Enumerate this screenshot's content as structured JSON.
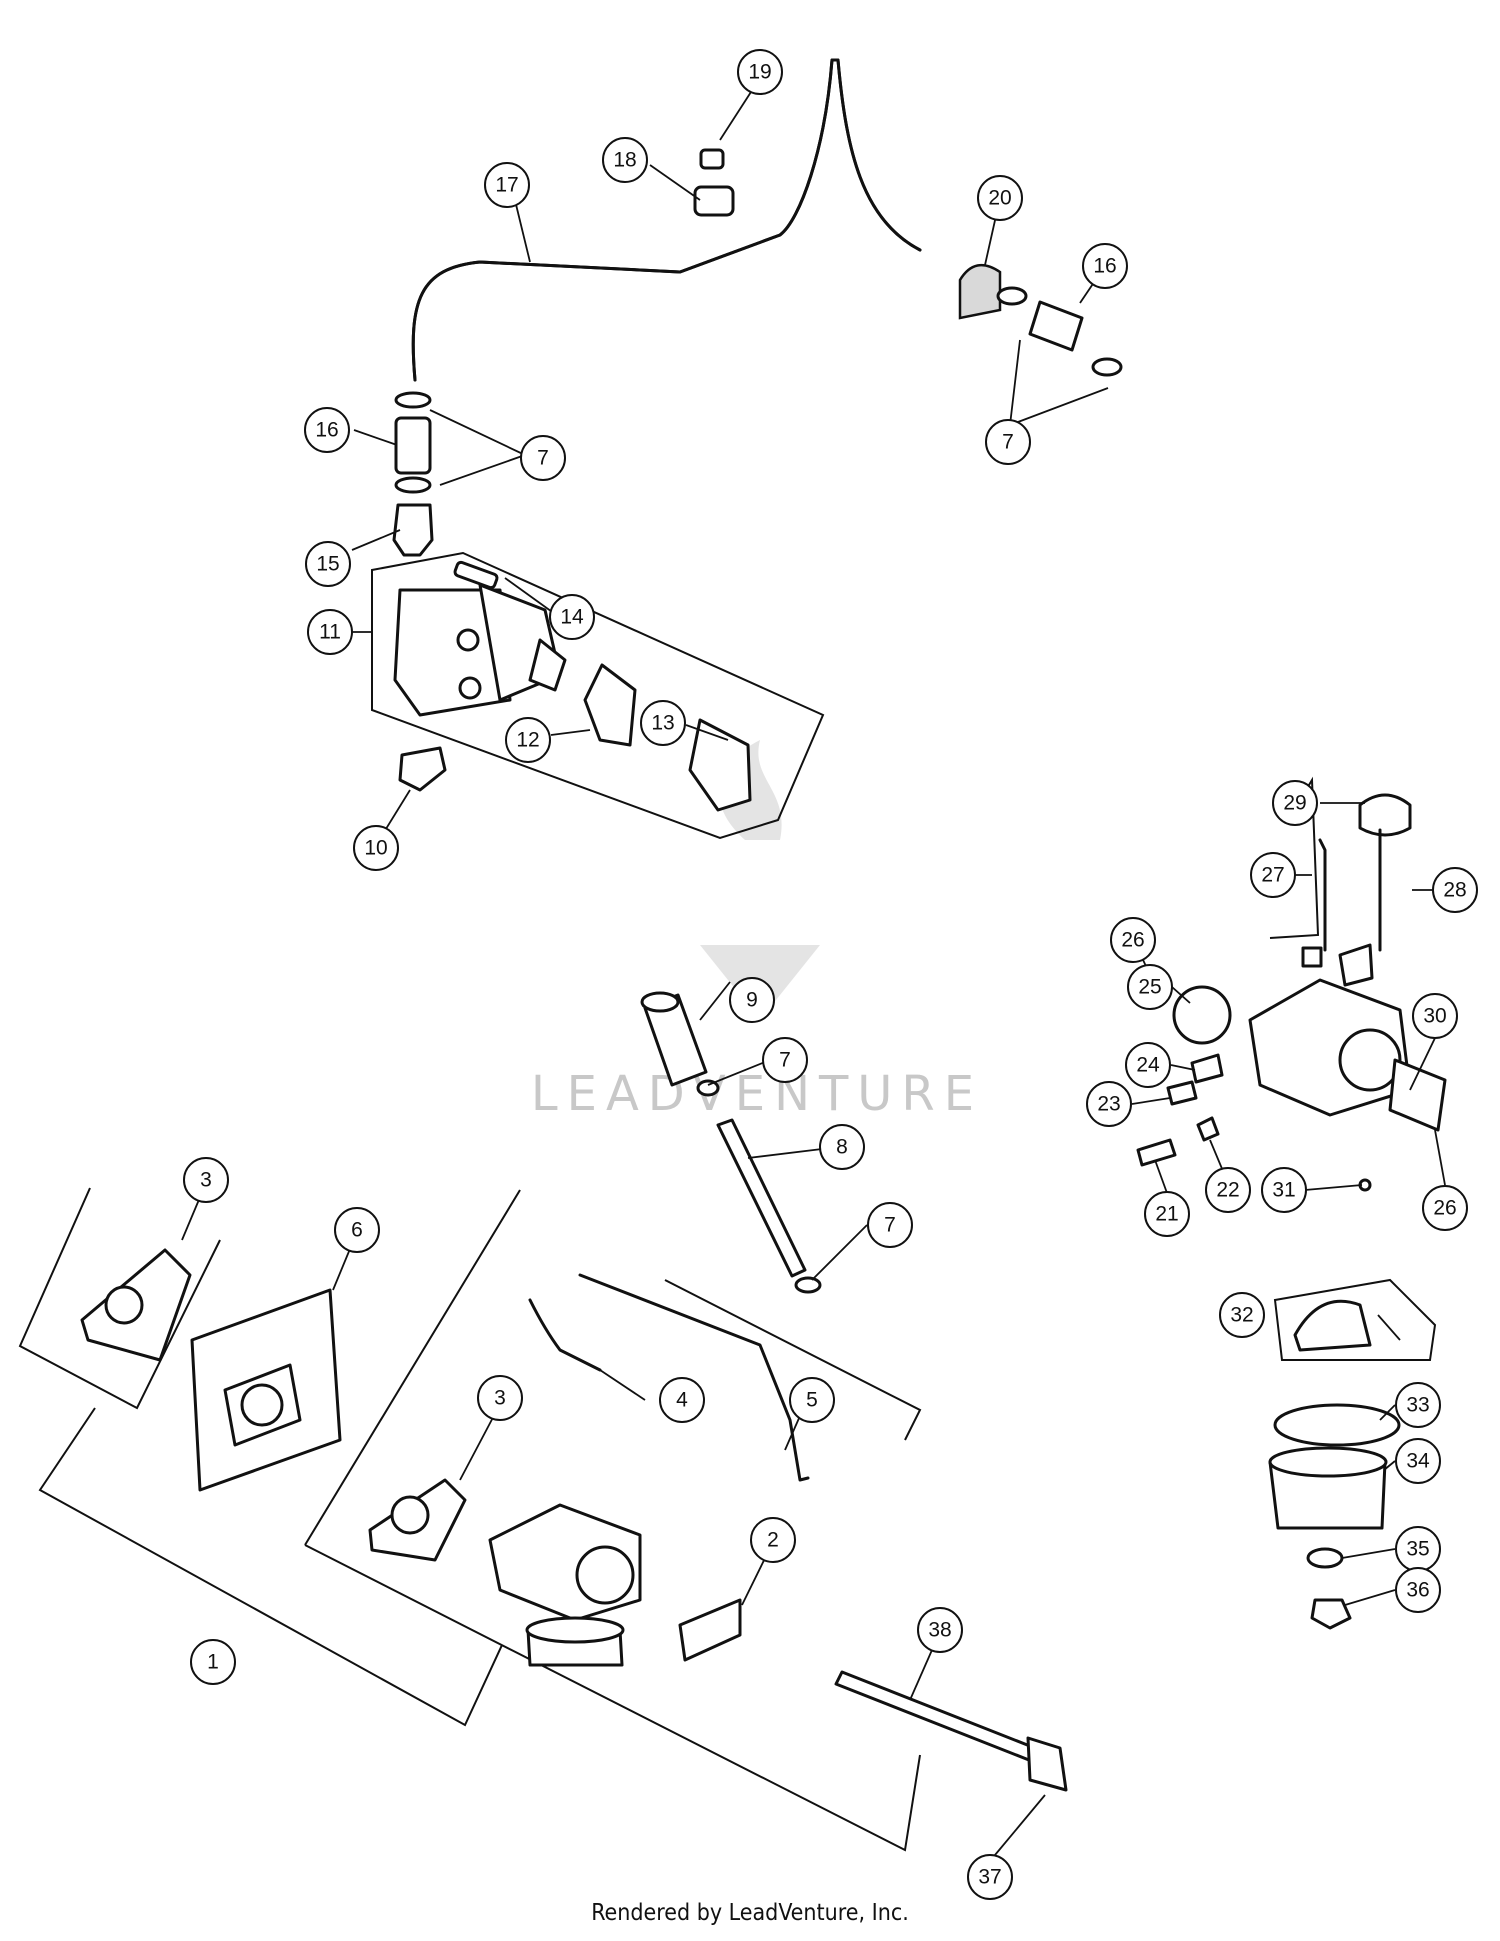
{
  "callouts": [
    {
      "label": "19"
    },
    {
      "label": "18"
    },
    {
      "label": "17"
    },
    {
      "label": "20"
    },
    {
      "label": "16"
    },
    {
      "label": "7"
    },
    {
      "label": "16"
    },
    {
      "label": "7"
    },
    {
      "label": "15"
    },
    {
      "label": "11"
    },
    {
      "label": "14"
    },
    {
      "label": "12"
    },
    {
      "label": "13"
    },
    {
      "label": "10"
    },
    {
      "label": "29"
    },
    {
      "label": "27"
    },
    {
      "label": "28"
    },
    {
      "label": "26"
    },
    {
      "label": "25"
    },
    {
      "label": "30"
    },
    {
      "label": "24"
    },
    {
      "label": "23"
    },
    {
      "label": "21"
    },
    {
      "label": "22"
    },
    {
      "label": "31"
    },
    {
      "label": "26"
    },
    {
      "label": "9"
    },
    {
      "label": "7"
    },
    {
      "label": "8"
    },
    {
      "label": "7"
    },
    {
      "label": "3"
    },
    {
      "label": "6"
    },
    {
      "label": "4"
    },
    {
      "label": "5"
    },
    {
      "label": "3"
    },
    {
      "label": "2"
    },
    {
      "label": "1"
    },
    {
      "label": "32"
    },
    {
      "label": "33"
    },
    {
      "label": "34"
    },
    {
      "label": "35"
    },
    {
      "label": "36"
    },
    {
      "label": "38"
    },
    {
      "label": "37"
    }
  ],
  "watermark": {
    "text": "LEADVENTURE"
  },
  "footer": {
    "text": "Rendered by LeadVenture, Inc."
  }
}
